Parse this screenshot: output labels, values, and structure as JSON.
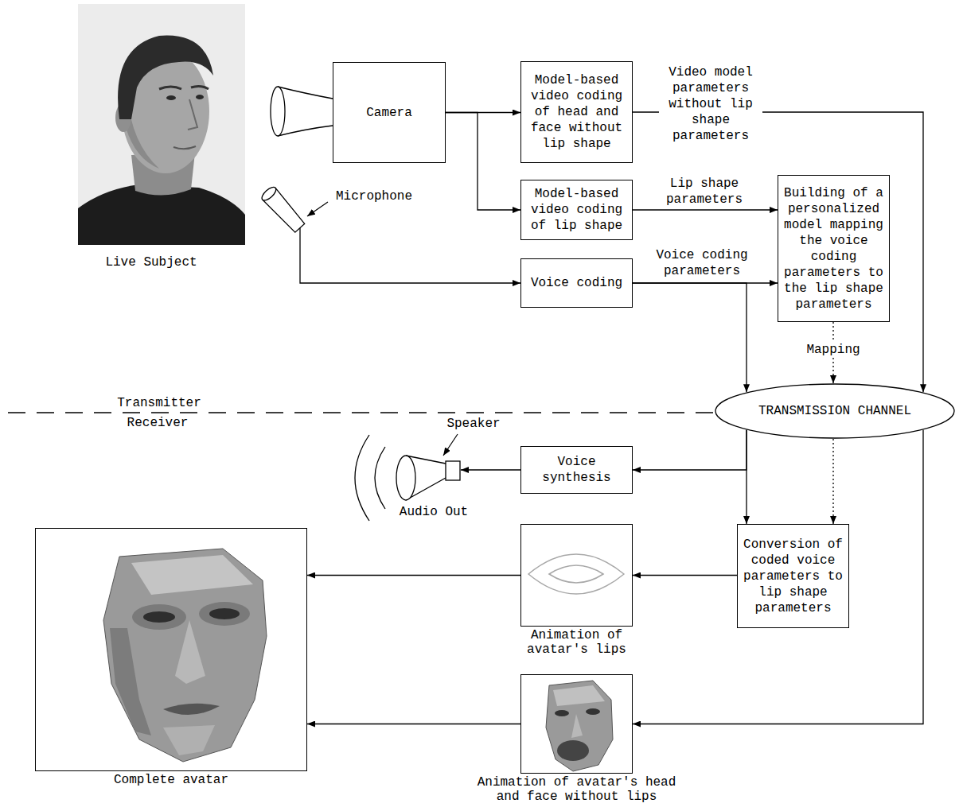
{
  "diagram": {
    "nodes": [
      {
        "text": [
          "Camera"
        ]
      },
      {
        "text": [
          "Model-based video coding of head and face without lip shape"
        ]
      },
      {
        "text": [
          "Model-based video coding of lip shape"
        ]
      },
      {
        "text": [
          "Voice coding"
        ]
      },
      {
        "text": [
          "Building of a personalized model mapping the voice coding parameters to the lip shape parameters"
        ]
      },
      {
        "text": [
          "TRANSMISSION CHANNEL"
        ]
      },
      {
        "text": [
          "Voice synthesis"
        ]
      },
      {
        "text": [
          "Conversion of coded voice parameters to lip shape parameters"
        ]
      },
      {
        "text": [
          "Animation of avatar's lips"
        ]
      },
      {
        "text": [
          "Animation of avatar's head and face without lips"
        ]
      },
      {
        "text": [
          "Complete avatar"
        ]
      }
    ],
    "edges": [
      {
        "from": 0,
        "to": 1,
        "arrow": "to"
      },
      {
        "from": 0,
        "to": 2,
        "arrow": "to"
      },
      {
        "from": 1,
        "to": 5,
        "label": "Video model parameters without lip shape parameters",
        "arrow": "to"
      },
      {
        "from": 2,
        "to": 4,
        "label": "Lip shape parameters",
        "arrow": "to"
      },
      {
        "from": 3,
        "to": 4,
        "label": "Voice coding parameters",
        "arrow": "to"
      },
      {
        "from": 3,
        "to": 5,
        "arrow": "to"
      },
      {
        "from": 4,
        "to": 5,
        "label": "Mapping",
        "arrow": "to"
      },
      {
        "from": 5,
        "to": 6,
        "arrow": "to"
      },
      {
        "from": 5,
        "to": 7,
        "arrow": "to"
      },
      {
        "from": 5,
        "to": 7,
        "arrow": "to"
      },
      {
        "from": 5,
        "to": 9,
        "arrow": "to"
      },
      {
        "from": 7,
        "to": 8,
        "arrow": "to"
      },
      {
        "from": 8,
        "to": 10,
        "arrow": "to"
      },
      {
        "from": 9,
        "to": 10,
        "arrow": "to"
      }
    ],
    "labels": [
      "Live Subject",
      "Microphone",
      "Transmitter",
      "Receiver",
      "Speaker",
      "Audio Out"
    ]
  }
}
